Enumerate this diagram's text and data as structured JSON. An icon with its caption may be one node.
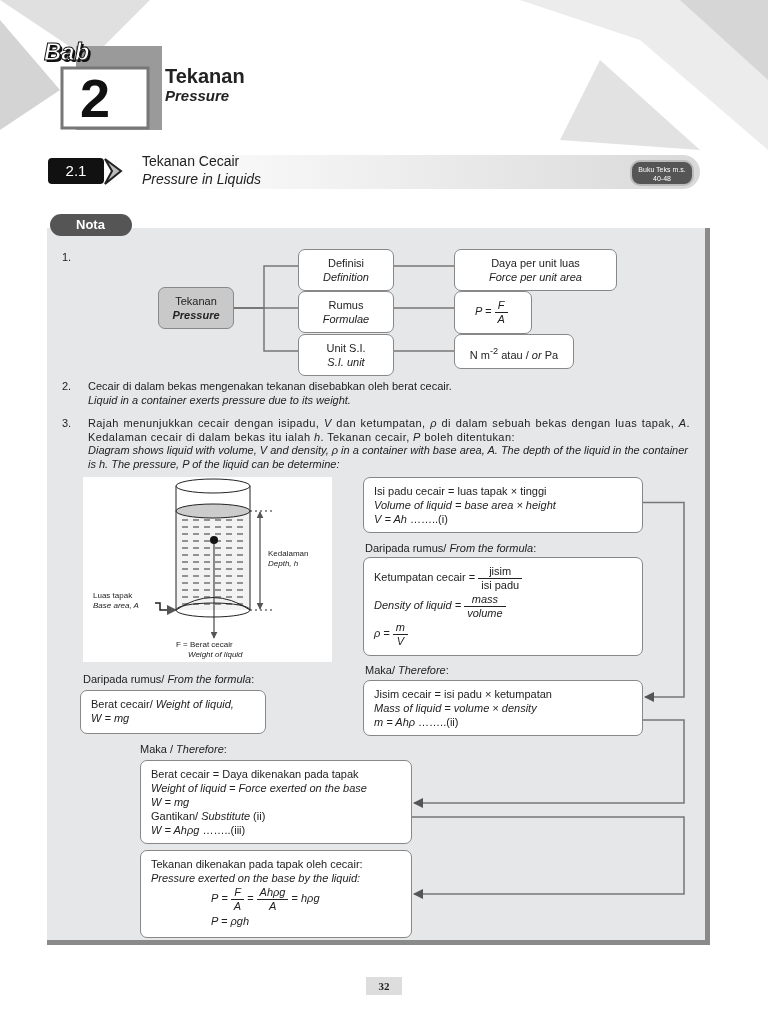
{
  "diagram": {
    "nodes": [
      {
        "text": [
          "Tekanan",
          "Pressure"
        ]
      },
      {
        "text": [
          "Definisi",
          "Definition"
        ]
      },
      {
        "text": [
          "Rumus",
          "Formulae"
        ]
      },
      {
        "text": [
          "Unit S.I.",
          "S.I. unit"
        ]
      },
      {
        "text": [
          "Daya per unit luas",
          "Force per unit area"
        ]
      },
      {
        "text": [
          "P =",
          "F",
          "A"
        ]
      },
      {
        "text": [
          "N m$^{-2}$ atau / *or* Pa"
        ]
      },
      {
        "text": [
          "Luas tapak",
          "Base area, A"
        ]
      },
      {
        "text": [],
        "shape": "ellipse"
      },
      {
        "text": [
          "Isi padu cecair = luas tapak × tinggi",
          "Volume of liquid = base area × height",
          "*V = Ah* ……..(i)"
        ]
      },
      {
        "text": [
          "Ketumpatan cecair =",
          "jisim",
          "isi padu",
          "Density of liquid =",
          "mass",
          "volume",
          "ρ =",
          "m",
          "V"
        ]
      },
      {
        "text": [
          "Jisim cecair = isi padu × ketumpatan",
          "Mass of liquid = volume × density",
          "*m = Ahρ* ……..(ii)"
        ]
      },
      {
        "text": [
          "Berat cecair/ *Weight of liquid,*",
          "*W = mg*"
        ]
      },
      {
        "text": [
          "Berat cecair = Daya dikenakan pada tapak",
          "Weight of liquid = Force exerted on the base",
          "*W = mg*",
          "Gantikan/ *Substitute* (ii)",
          "*W = Ahρg* ……..(iii)"
        ]
      },
      {
        "text": [
          "Tekanan dikenakan pada tapak oleh cecair:",
          "Pressure exerted on the base by the liquid:",
          "*P* =",
          "*F*",
          "*A*",
          "=",
          "*Ahρg*",
          "*A*",
          "= *hρg*",
          "*P = ρgh*"
        ]
      }
    ],
    "edges": [
      {
        "from": 0,
        "to": 1,
        "arrow": "none"
      },
      {
        "from": 0,
        "to": 2,
        "arrow": "none"
      },
      {
        "from": 0,
        "to": 3,
        "arrow": "none"
      },
      {
        "from": 1,
        "to": 4,
        "arrow": "none"
      },
      {
        "from": 2,
        "to": 5,
        "arrow": "none"
      },
      {
        "from": 3,
        "to": 6,
        "arrow": "none"
      },
      {
        "from": 7,
        "to": 8,
        "arrow": "to"
      },
      {
        "from": 9,
        "to": 11,
        "arrow": "to"
      },
      {
        "from": 11,
        "to": 13,
        "arrow": "to"
      },
      {
        "from": 13,
        "to": 14,
        "arrow": "to"
      }
    ],
    "labels": [
      "Bab",
      "2",
      "Tekanan",
      "Pressure",
      "2.1",
      "Tekanan Cecair",
      "Pressure in Liquids",
      "Buku Teks m.s. 40-48",
      "Nota",
      "1.",
      "2.",
      "Cecair di dalam bekas mengenakan tekanan disebabkan oleh berat cecair.",
      "Liquid in a container exerts pressure due to its weight.",
      "3.",
      "Rajah menunjukkan cecair dengan isipadu, *V* dan ketumpatan, *ρ* di dalam sebuah bekas dengan luas tapak, *A*. Kedalaman cecair di dalam bekas itu ialah *h*. Tekanan cecair, *P* boleh ditentukan:",
      "Diagram shows liquid with volume, V and density, ρ in a container with base area, A. The depth of the liquid in the container is h. The pressure, P of the liquid can be determine:",
      "Kedalaman",
      "Depth, h",
      "F = Berat cecair",
      "Weight of liquid",
      "Daripada rumus/ *From the formula*:",
      "Maka/ *Therefore*:",
      "Daripada rumus/ *From the formula*:",
      "Maka / *Therefore*:",
      "32"
    ]
  }
}
